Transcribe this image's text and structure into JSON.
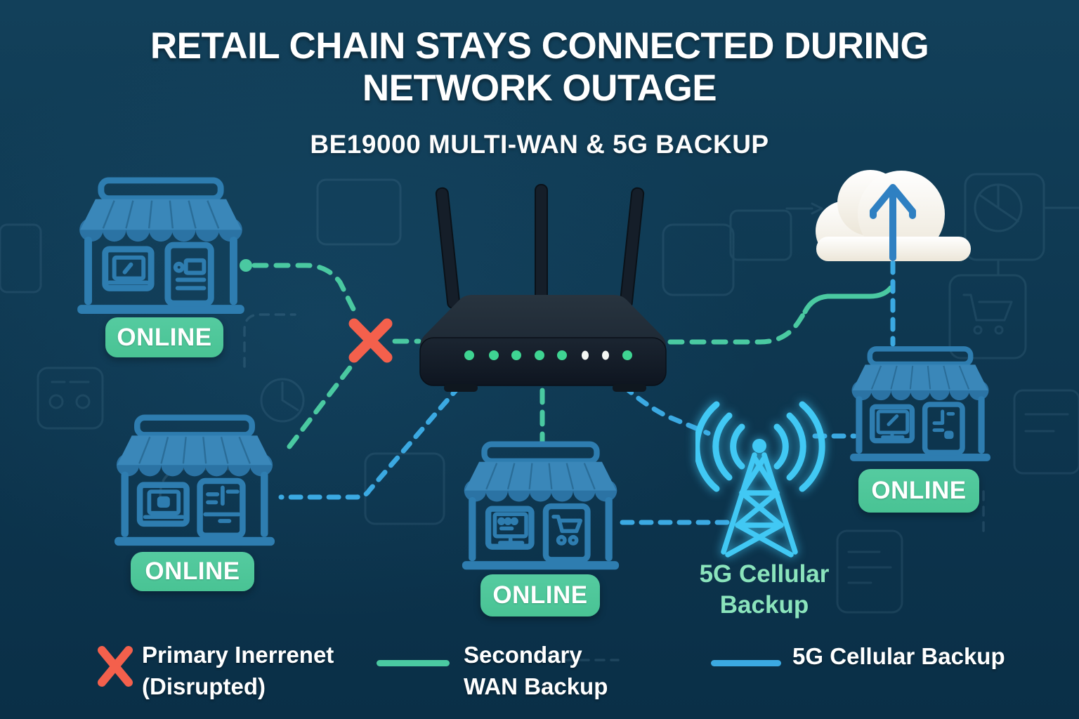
{
  "title": {
    "line1": "RETAIL CHAIN STAYS CONNECTED DURING",
    "line2": "NETWORK OUTAGE"
  },
  "subtitle": "BE19000 MULTI-WAN & 5G BACKUP",
  "stores": {
    "top_left": {
      "status": "ONLINE"
    },
    "bottom_left": {
      "status": "ONLINE"
    },
    "center": {
      "status": "ONLINE"
    },
    "right": {
      "status": "ONLINE"
    }
  },
  "tower": {
    "label_line1": "5G Cellular",
    "label_line2": "Backup"
  },
  "legend": {
    "primary": {
      "line1": "Primary Inerrenet",
      "line2": "(Disrupted)"
    },
    "secondary": {
      "line1": "Secondary",
      "line2": "WAN Backup"
    },
    "cellular": {
      "line1": "5G Cellular Backup",
      "line2": ""
    }
  },
  "colors": {
    "bg_top": "#12405A",
    "bg_mid": "#0E3750",
    "bg_bottom": "#0A2F47",
    "teal": "#4AC9A1",
    "blue": "#3BA9E2",
    "cyan": "#41C8F4",
    "badge": "#49C394",
    "red": "#F4604C",
    "store": "#2E7DB0",
    "store_light": "#3A87B9",
    "store_dark": "#2B73A4",
    "mint": "#8BE4BC"
  }
}
